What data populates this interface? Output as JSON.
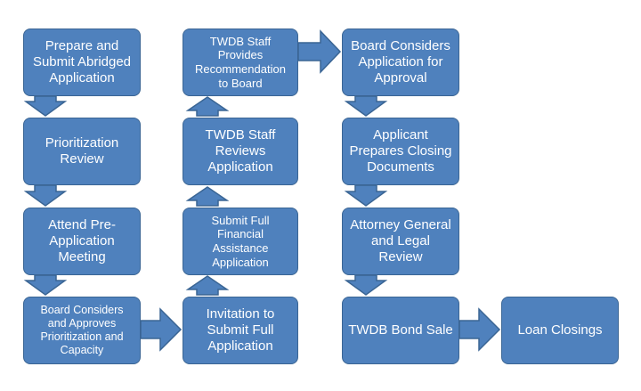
{
  "steps": {
    "prepare": "Prepare and\nSubmit Abridged\nApplication",
    "prioritization": "Prioritization\nReview",
    "attend": "Attend Pre-\nApplication\nMeeting",
    "board_approves": "Board Considers\nand Approves\nPrioritization and\nCapacity",
    "invitation": "Invitation to\nSubmit Full\nApplication",
    "submit_full": "Submit Full\nFinancial Assistance\nApplication",
    "staff_reviews": "TWDB Staff\nReviews\nApplication",
    "staff_recommendation": "TWDB Staff\nProvides\nRecommendation\nto Board",
    "board_considers": "Board Considers\nApplication for\nApproval",
    "applicant_prepares": "Applicant\nPrepares Closing\nDocuments",
    "attorney_general": "Attorney General\nand Legal Review",
    "bond_sale": "TWDB Bond Sale",
    "loan_closings": "Loan Closings"
  },
  "colors": {
    "box_fill": "#4f81bd",
    "box_border": "#3a6594",
    "text": "#ffffff"
  }
}
